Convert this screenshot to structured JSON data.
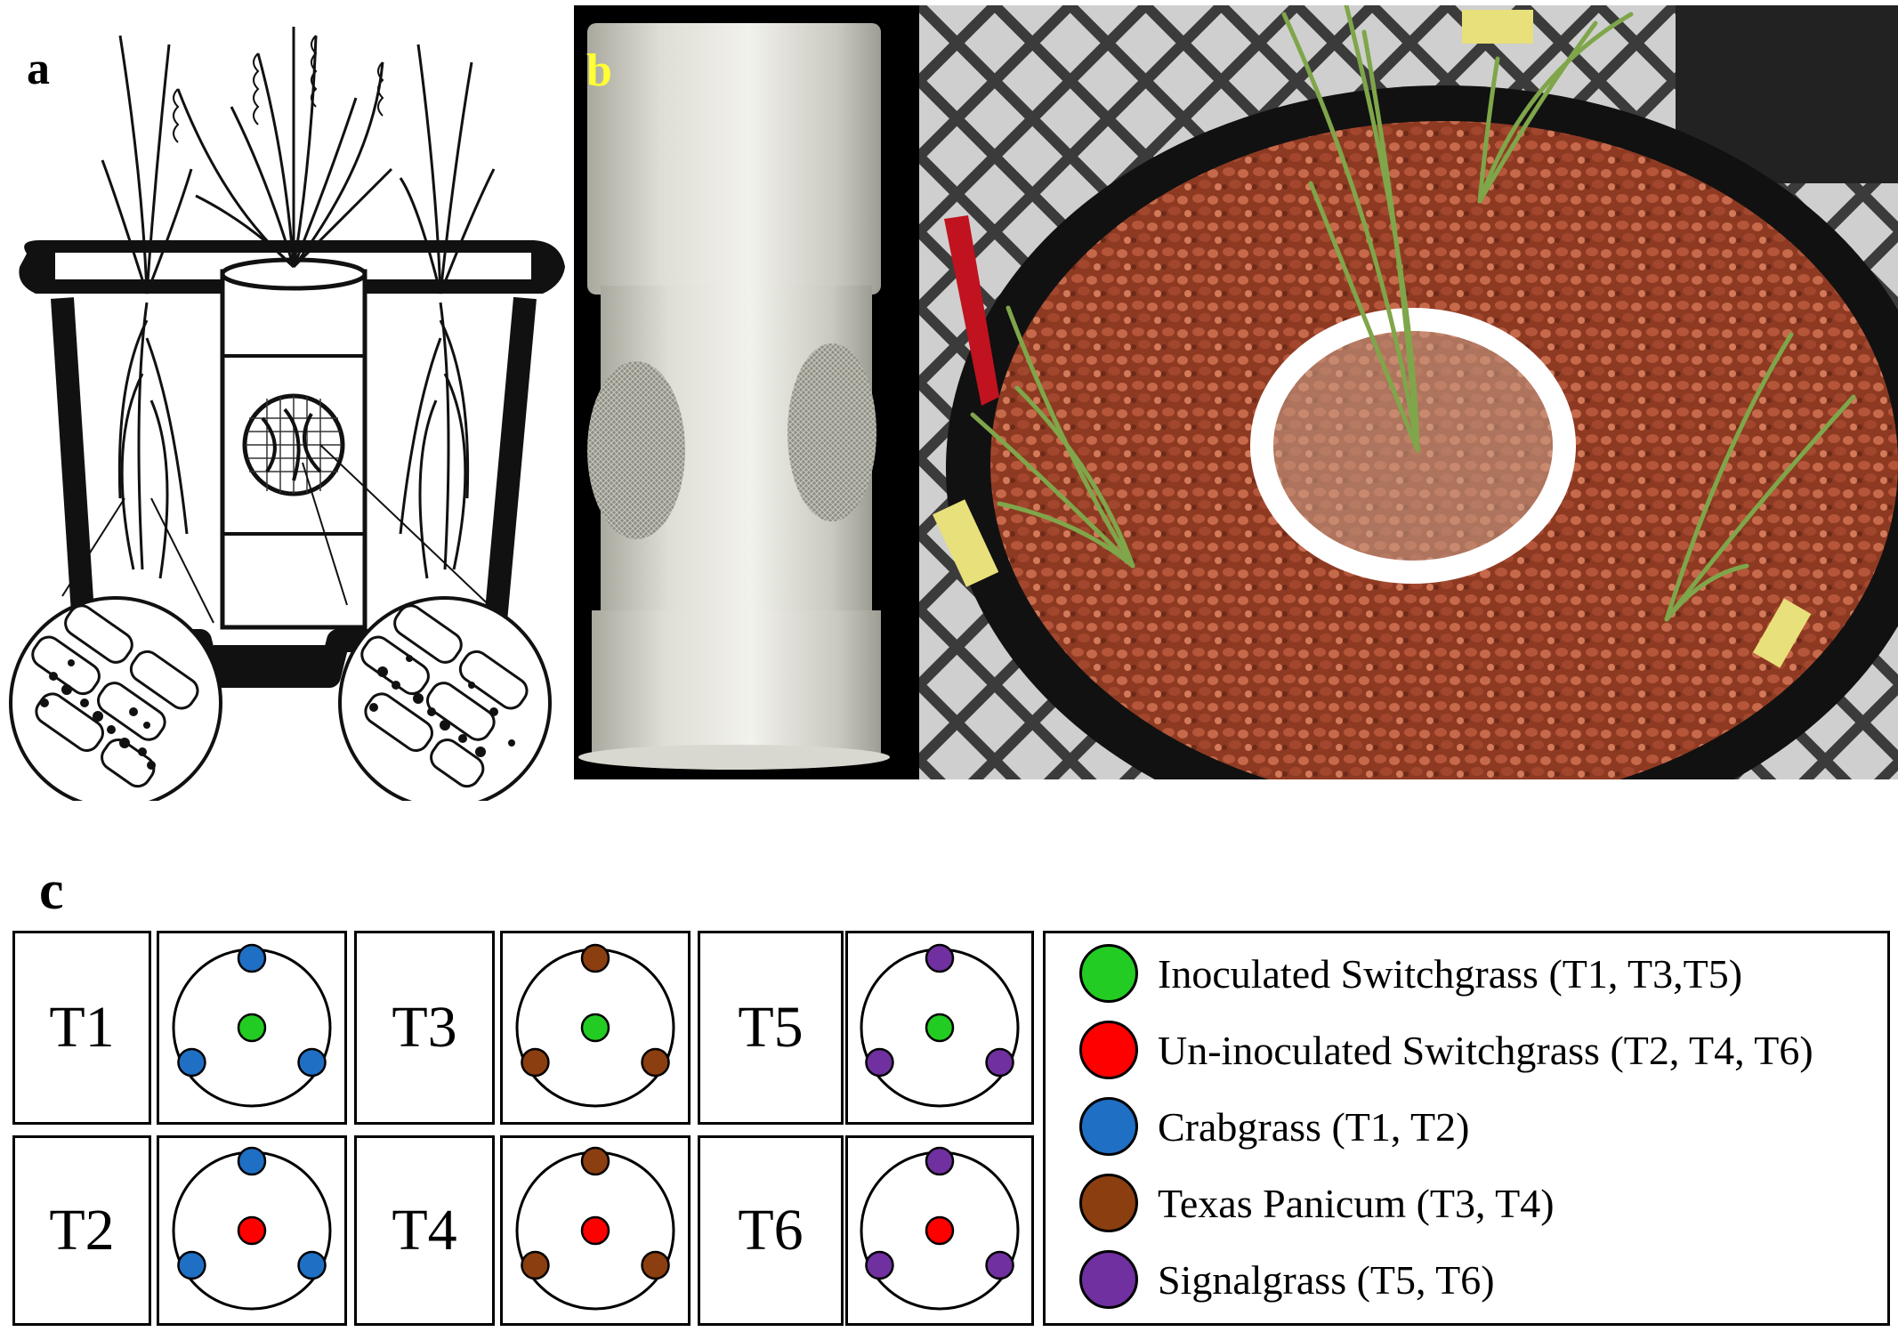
{
  "panel_labels": {
    "a": "a",
    "b": "b",
    "c": "c"
  },
  "colors": {
    "inoculated_switchgrass": "#22cc22",
    "uninoculated_switchgrass": "#ff0000",
    "crabgrass": "#1f6fc4",
    "texas_panicum": "#8b3e10",
    "signalgrass": "#7030a0",
    "panel_b_label": "#ffff33"
  },
  "treatments": [
    {
      "label": "T1",
      "center": "inoculated_switchgrass",
      "outer": "crabgrass"
    },
    {
      "label": "T3",
      "center": "inoculated_switchgrass",
      "outer": "texas_panicum"
    },
    {
      "label": "T5",
      "center": "inoculated_switchgrass",
      "outer": "signalgrass"
    },
    {
      "label": "T2",
      "center": "uninoculated_switchgrass",
      "outer": "crabgrass"
    },
    {
      "label": "T4",
      "center": "uninoculated_switchgrass",
      "outer": "texas_panicum"
    },
    {
      "label": "T6",
      "center": "uninoculated_switchgrass",
      "outer": "signalgrass"
    }
  ],
  "legend": [
    {
      "color": "inoculated_switchgrass",
      "text": "Inoculated Switchgrass (T1, T3,T5)"
    },
    {
      "color": "uninoculated_switchgrass",
      "text": "Un-inoculated Switchgrass (T2, T4, T6)"
    },
    {
      "color": "crabgrass",
      "text": "Crabgrass (T1, T2)"
    },
    {
      "color": "texas_panicum",
      "text": "Texas Panicum (T3, T4)"
    },
    {
      "color": "signalgrass",
      "text": "Signalgrass (T5, T6)"
    }
  ]
}
